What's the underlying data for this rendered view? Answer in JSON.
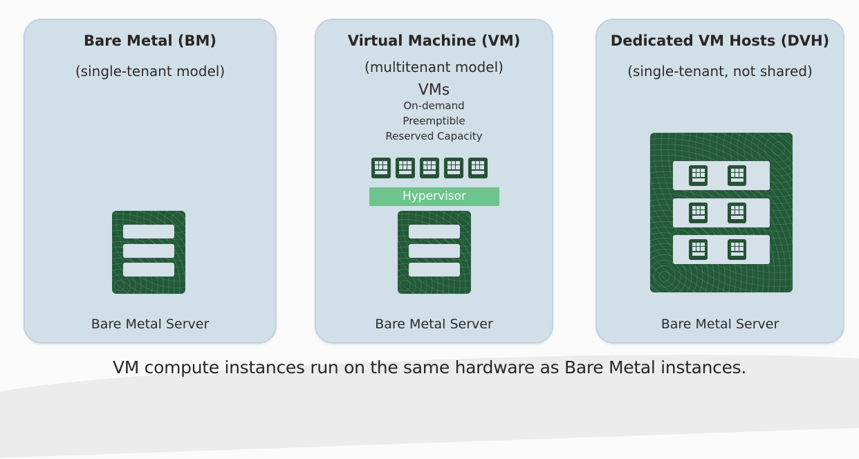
{
  "panels": {
    "bm": {
      "title": "Bare Metal (BM)",
      "subtitle": "(single-tenant model)",
      "footer": "Bare Metal Server"
    },
    "vm": {
      "title": "Virtual Machine (VM)",
      "subtitle": "(multitenant model)",
      "vms_label": "VMs",
      "vm_types": [
        "On-demand",
        "Preemptible",
        "Reserved Capacity"
      ],
      "vm_count": 5,
      "hypervisor_label": "Hypervisor",
      "footer": "Bare Metal Server"
    },
    "dvh": {
      "title": "Dedicated VM Hosts (DVH)",
      "subtitle": "(single-tenant, not shared)",
      "footer": "Bare Metal Server"
    }
  },
  "caption": "VM compute instances run on the same hardware as Bare Metal instances.",
  "colors": {
    "panel_bg": "#d1dfe9",
    "server_green": "#225a3a",
    "vm_icon_green": "#275237",
    "hypervisor_green": "#6ec48c"
  }
}
